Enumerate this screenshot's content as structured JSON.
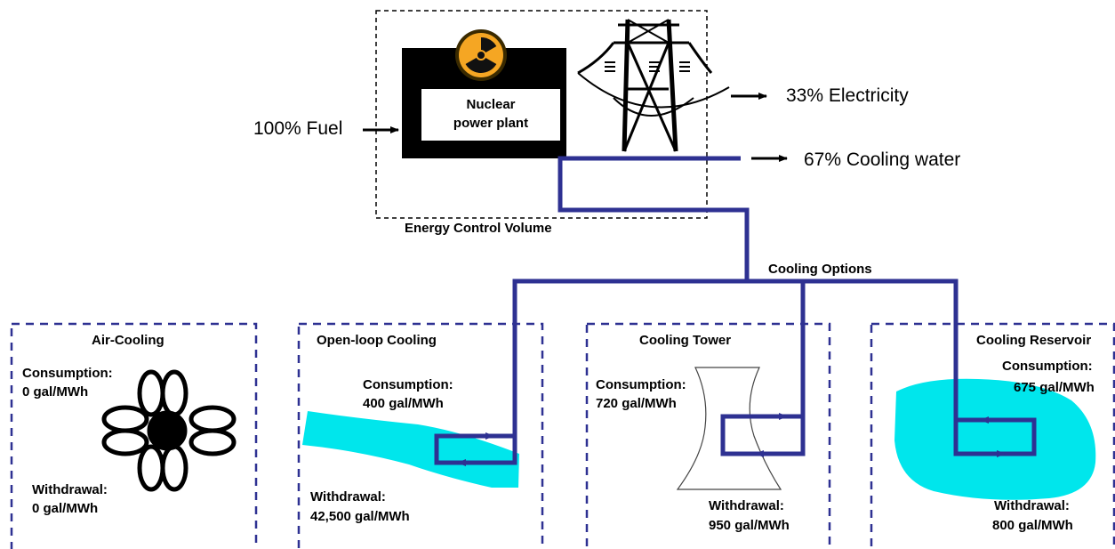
{
  "colors": {
    "pipe": "#2e3192",
    "water": "#00e6ec",
    "box_border": "#2e3192",
    "plant": "#000000",
    "symbol_yellow": "#f5a623"
  },
  "icons": [
    "radiation-icon",
    "power-tower-icon",
    "fan-icon",
    "cooling-tower-icon"
  ],
  "plant": {
    "label_line1": "Nuclear",
    "label_line2": "power plant",
    "input": "100% Fuel",
    "output_electricity": "33% Electricity",
    "output_cooling": "67% Cooling water",
    "control_volume": "Energy Control Volume"
  },
  "cooling_options_label": "Cooling Options",
  "options": [
    {
      "title": "Air-Cooling",
      "consumption_label": "Consumption:",
      "consumption_value": "0 gal/MWh",
      "withdrawal_label": "Withdrawal:",
      "withdrawal_value": "0 gal/MWh"
    },
    {
      "title": "Open-loop Cooling",
      "consumption_label": "Consumption:",
      "consumption_value": "400 gal/MWh",
      "withdrawal_label": "Withdrawal:",
      "withdrawal_value": "42,500 gal/MWh"
    },
    {
      "title": "Cooling Tower",
      "consumption_label": "Consumption:",
      "consumption_value": "720 gal/MWh",
      "withdrawal_label": "Withdrawal:",
      "withdrawal_value": "950 gal/MWh"
    },
    {
      "title": "Cooling Reservoir",
      "consumption_label": "Consumption:",
      "consumption_value": "675 gal/MWh",
      "withdrawal_label": "Withdrawal:",
      "withdrawal_value": "800 gal/MWh"
    }
  ]
}
